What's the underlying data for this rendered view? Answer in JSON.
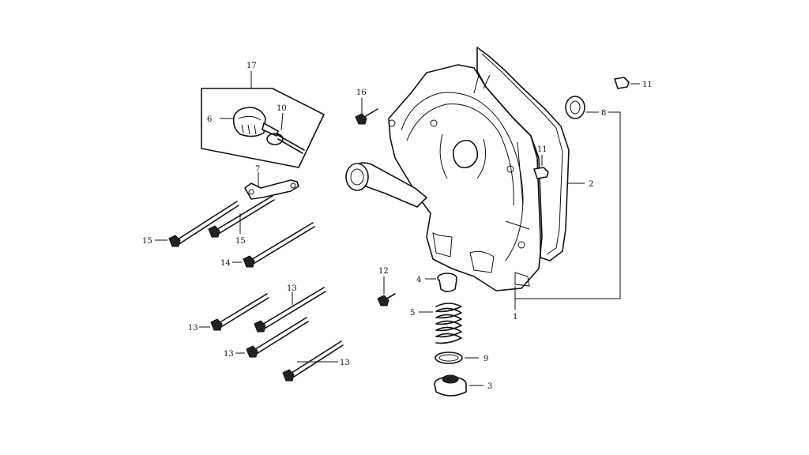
{
  "callouts": [
    {
      "key": "c17",
      "text": "17"
    },
    {
      "key": "c10",
      "text": "10"
    },
    {
      "key": "c6",
      "text": "6"
    },
    {
      "key": "c7",
      "text": "7"
    },
    {
      "key": "c15a",
      "text": "15"
    },
    {
      "key": "c15b",
      "text": "15"
    },
    {
      "key": "c14",
      "text": "14"
    },
    {
      "key": "c13a",
      "text": "13"
    },
    {
      "key": "c13b",
      "text": "13"
    },
    {
      "key": "c13c",
      "text": "13"
    },
    {
      "key": "c13d",
      "text": "13"
    },
    {
      "key": "c16",
      "text": "16"
    },
    {
      "key": "c12",
      "text": "12"
    },
    {
      "key": "c4",
      "text": "4"
    },
    {
      "key": "c5",
      "text": "5"
    },
    {
      "key": "c9",
      "text": "9"
    },
    {
      "key": "c3",
      "text": "3"
    },
    {
      "key": "c1",
      "text": "1"
    },
    {
      "key": "c2",
      "text": "2"
    },
    {
      "key": "c8",
      "text": "8"
    },
    {
      "key": "c11a",
      "text": "11"
    },
    {
      "key": "c11b",
      "text": "11"
    }
  ]
}
